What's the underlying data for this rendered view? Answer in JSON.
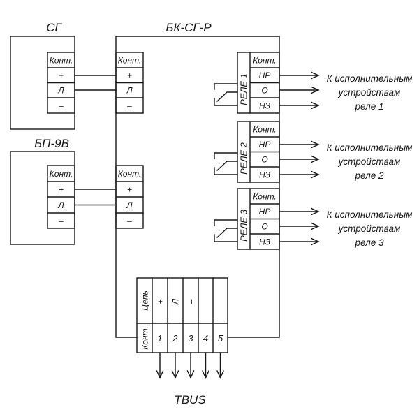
{
  "sg": {
    "title": "СГ",
    "terminal_header": "Конт.",
    "terminals": [
      "+",
      "Л",
      "–"
    ]
  },
  "bp": {
    "title": "БП-9В",
    "terminal_header": "Конт.",
    "terminals": [
      "+",
      "Л",
      "–"
    ]
  },
  "bk": {
    "title": "БК-СГ-Р",
    "sg_input": {
      "terminal_header": "Конт.",
      "terminals": [
        "+",
        "Л",
        "–"
      ]
    },
    "bp_input": {
      "terminal_header": "Конт.",
      "terminals": [
        "+",
        "Л",
        "–"
      ]
    },
    "relays": [
      {
        "label": "РЕЛЕ 1",
        "header": "Конт.",
        "contacts": [
          "НР",
          "О",
          "НЗ"
        ],
        "destination": [
          "К исполнительным",
          "устройствам",
          "реле 1"
        ]
      },
      {
        "label": "РЕЛЕ 2",
        "header": "Конт.",
        "contacts": [
          "НР",
          "О",
          "НЗ"
        ],
        "destination": [
          "К исполнительным",
          "устройствам",
          "реле 2"
        ]
      },
      {
        "label": "РЕЛЕ 3",
        "header": "Конт.",
        "contacts": [
          "НР",
          "О",
          "НЗ"
        ],
        "destination": [
          "К исполнительным",
          "устройствам",
          "реле 3"
        ]
      }
    ],
    "bus_terminal": {
      "circuit_label": "Цепь",
      "contact_label": "Конт.",
      "circuits": [
        "+",
        "Л",
        "–"
      ],
      "contacts": [
        "1",
        "2",
        "3",
        "4",
        "5"
      ]
    }
  },
  "bus": {
    "name": "TBUS"
  }
}
